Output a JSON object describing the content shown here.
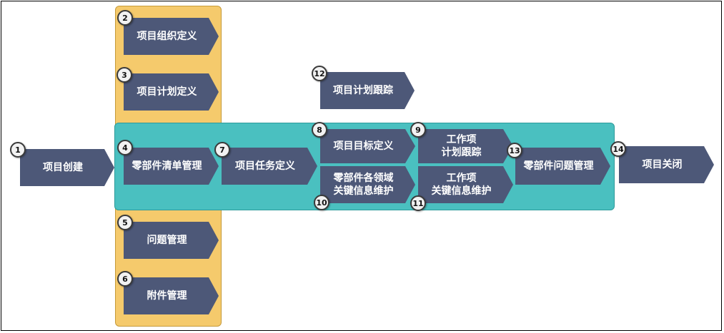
{
  "colors": {
    "step_fill": "#4d5878",
    "step_text": "#ffffff",
    "yellow_band": "#f5ca6c",
    "teal_band": "#4ac0c0",
    "badge_fill": "#f2f2f2"
  },
  "steps": [
    {
      "num": "1",
      "label": "项目创建"
    },
    {
      "num": "2",
      "label": "项目组织定义"
    },
    {
      "num": "3",
      "label": "项目计划定义"
    },
    {
      "num": "4",
      "label": "零部件清单管理"
    },
    {
      "num": "5",
      "label": "问题管理"
    },
    {
      "num": "6",
      "label": "附件管理"
    },
    {
      "num": "7",
      "label": "项目任务定义"
    },
    {
      "num": "8",
      "label": "项目目标定义"
    },
    {
      "num": "9",
      "label": "工作项\n计划跟踪"
    },
    {
      "num": "10",
      "label": "零部件各领域\n关键信息维护"
    },
    {
      "num": "11",
      "label": "工作项\n关键信息维护"
    },
    {
      "num": "12",
      "label": "项目计划跟踪"
    },
    {
      "num": "13",
      "label": "零部件问题管理"
    },
    {
      "num": "14",
      "label": "项目关闭"
    }
  ]
}
